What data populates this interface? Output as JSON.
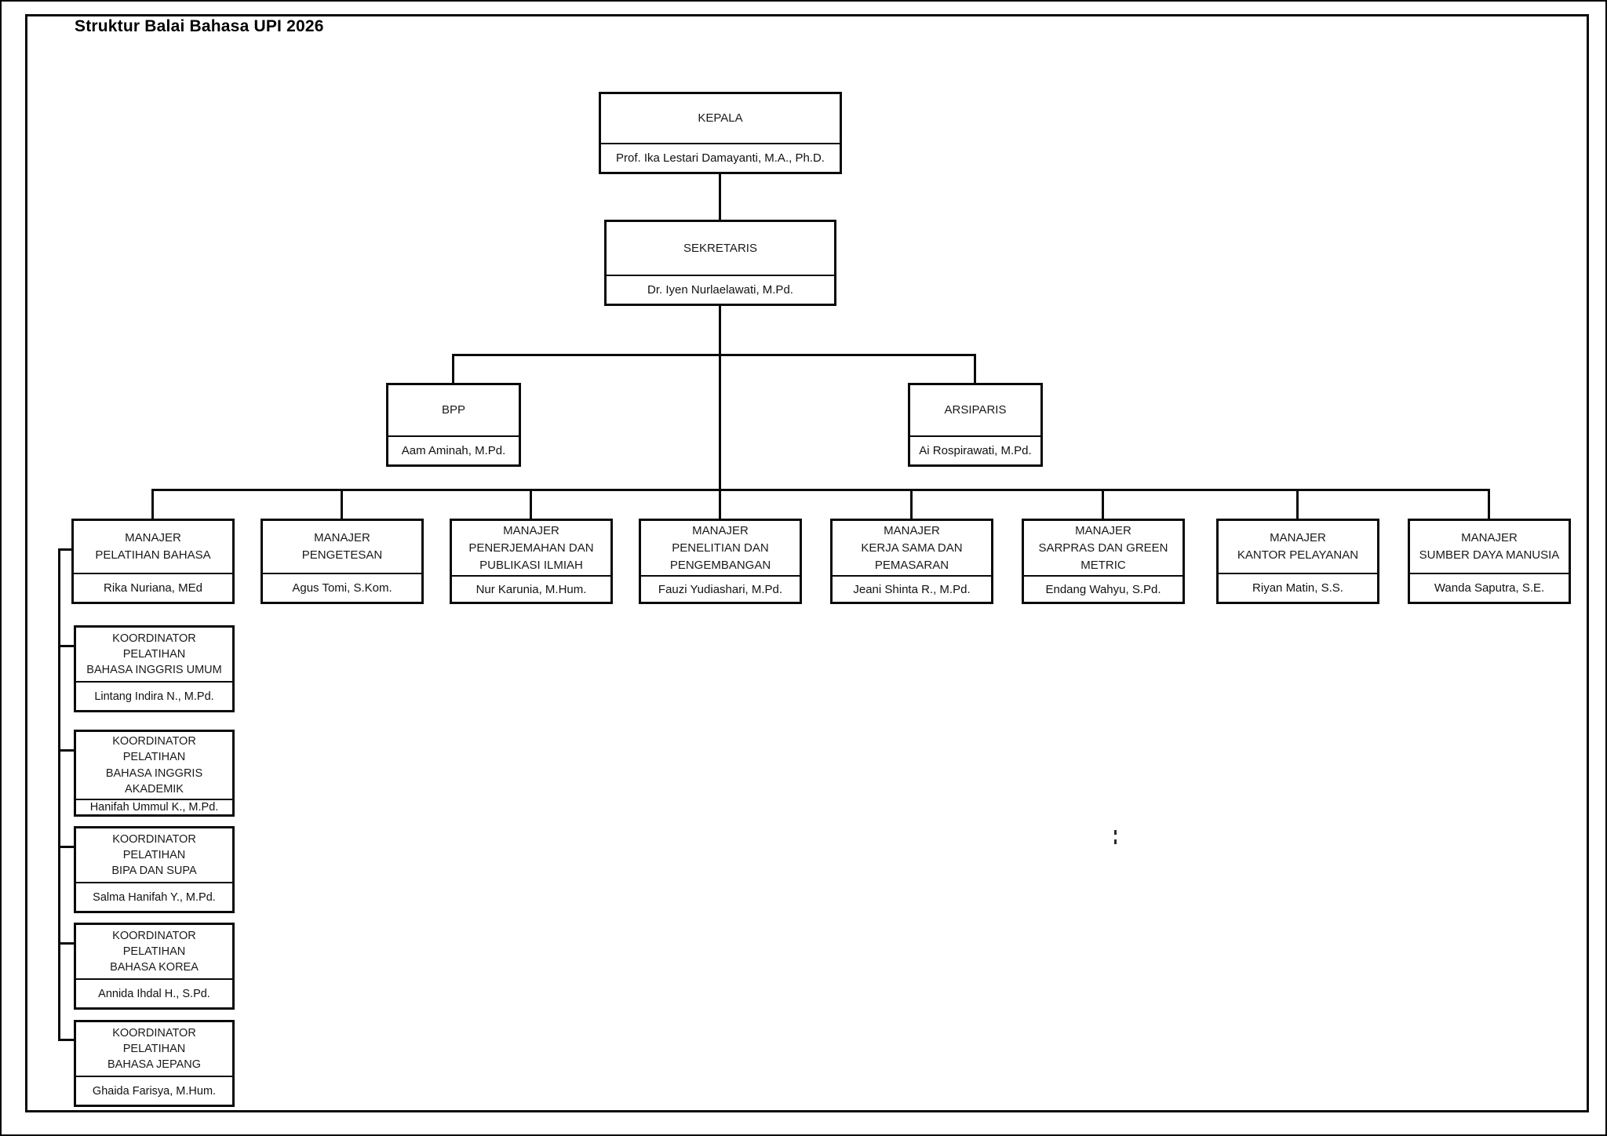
{
  "title": "Struktur Balai Bahasa UPI 2026",
  "nodes": {
    "kepala": {
      "role": "KEPALA",
      "name": "Prof. Ika Lestari Damayanti, M.A., Ph.D."
    },
    "sekretaris": {
      "role": "SEKRETARIS",
      "name": "Dr. Iyen Nurlaelawati, M.Pd."
    },
    "bpp": {
      "role": "BPP",
      "name": "Aam Aminah, M.Pd."
    },
    "arsiparis": {
      "role": "ARSIPARIS",
      "name": "Ai Rospirawati, M.Pd."
    },
    "managers": [
      {
        "role": "MANAJER\nPELATIHAN BAHASA",
        "name": "Rika Nuriana, MEd"
      },
      {
        "role": "MANAJER\nPENGETESAN",
        "name": "Agus Tomi, S.Kom."
      },
      {
        "role": "MANAJER\nPENERJEMAHAN DAN\nPUBLIKASI ILMIAH",
        "name": "Nur Karunia, M.Hum."
      },
      {
        "role": "MANAJER\nPENELITIAN DAN\nPENGEMBANGAN",
        "name": "Fauzi Yudiashari, M.Pd."
      },
      {
        "role": "MANAJER\nKERJA SAMA DAN\nPEMASARAN",
        "name": "Jeani Shinta R., M.Pd."
      },
      {
        "role": "MANAJER\nSARPRAS DAN GREEN\nMETRIC",
        "name": "Endang Wahyu, S.Pd."
      },
      {
        "role": "MANAJER\nKANTOR PELAYANAN",
        "name": "Riyan Matin, S.S."
      },
      {
        "role": "MANAJER\nSUMBER DAYA MANUSIA",
        "name": "Wanda Saputra, S.E."
      }
    ],
    "koordinators": [
      {
        "role": "KOORDINATOR\nPELATIHAN\nBAHASA INGGRIS UMUM",
        "name": "Lintang Indira N., M.Pd."
      },
      {
        "role": "KOORDINATOR\nPELATIHAN\nBAHASA INGGRIS AKADEMIK",
        "name": "Hanifah Ummul K., M.Pd."
      },
      {
        "role": "KOORDINATOR\nPELATIHAN\nBIPA DAN SUPA",
        "name": "Salma Hanifah Y., M.Pd."
      },
      {
        "role": "KOORDINATOR\nPELATIHAN\nBAHASA KOREA",
        "name": "Annida Ihdal H., S.Pd."
      },
      {
        "role": "KOORDINATOR\nPELATIHAN\nBAHASA JEPANG",
        "name": "Ghaida Farisya, M.Hum."
      }
    ]
  },
  "colors": {
    "line": "#0a0a0a",
    "background": "#ffffff",
    "text": "#111111"
  }
}
